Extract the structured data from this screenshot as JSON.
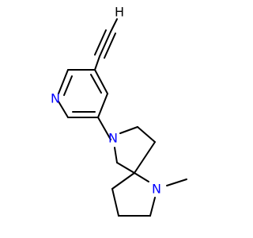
{
  "molecule": {
    "description_text": "",
    "atoms": {
      "n_pyridine": {
        "symbol": "N",
        "color": "#0000ff"
      },
      "n_pyrrolidine": {
        "symbol": "N",
        "color": "#0000ff"
      },
      "n_methyl": {
        "symbol": "N",
        "color": "#0000ff"
      },
      "alkyne_h": {
        "symbol": "H",
        "color": "#000000"
      }
    },
    "bond_color": "#000000"
  }
}
